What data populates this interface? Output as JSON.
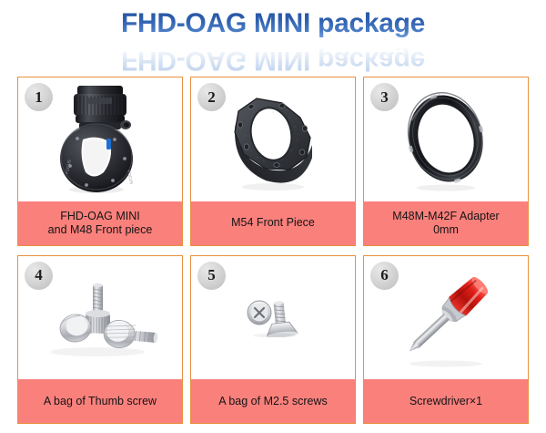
{
  "page": {
    "title": "FHD-OAG MINI package",
    "background_color": "#ffffff",
    "title_color": "#2e5fae",
    "card_border_color": "#e8913f",
    "label_band_color": "#fa807c",
    "badge_color": "#d6d6d6"
  },
  "items": [
    {
      "number": "1",
      "label": "FHD-OAG MINI\nand M48 Front piece",
      "image_name": "fhd-oag-mini-with-m48-front-piece-photo"
    },
    {
      "number": "2",
      "label": "M54 Front Piece",
      "image_name": "m54-front-piece-photo"
    },
    {
      "number": "3",
      "label": "M48M-M42F Adapter\n0mm",
      "image_name": "m48m-m42f-adapter-ring-photo"
    },
    {
      "number": "4",
      "label": "A bag of Thumb screw",
      "image_name": "thumb-screws-photo"
    },
    {
      "number": "5",
      "label": "A bag of M2.5 screws",
      "image_name": "m25-screws-photo"
    },
    {
      "number": "6",
      "label": "Screwdriver×1",
      "image_name": "screwdriver-photo"
    }
  ]
}
